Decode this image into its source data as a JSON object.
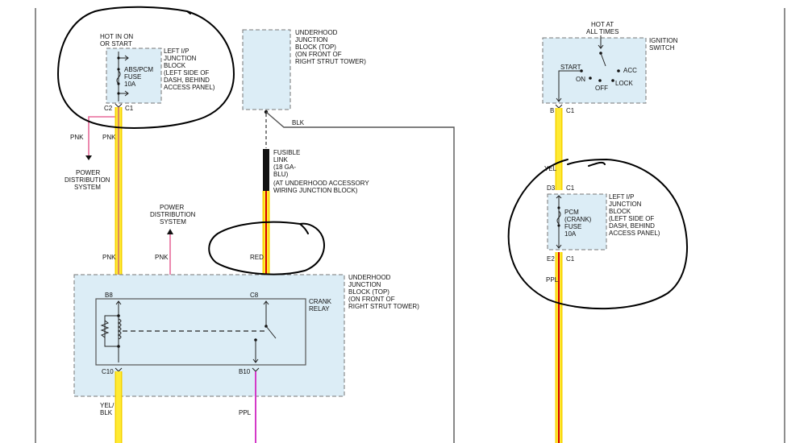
{
  "diagram": {
    "left_fuse": {
      "hot_label": [
        "HOT IN ON",
        "OR START"
      ],
      "box_label": [
        "LEFT I/P",
        "JUNCTION",
        "BLOCK",
        "(LEFT SIDE OF",
        "DASH, BEHIND",
        "ACCESS PANEL)"
      ],
      "fuse_label": [
        "ABS/PCM",
        "FUSE",
        "10A"
      ],
      "pin_left": "C2",
      "pin_right": "C1"
    },
    "pwr_dist_top": {
      "wire_left": "PNK",
      "wire_right": "PNK",
      "label": [
        "POWER",
        "DISTRIBUTION",
        "SYSTEM"
      ]
    },
    "underhood_top": {
      "label": [
        "UNDERHOOD",
        "JUNCTION",
        "BLOCK (TOP)",
        "(ON FRONT OF",
        "RIGHT STRUT TOWER)"
      ],
      "wire": "BLK"
    },
    "fusible_link": {
      "label": [
        "FUSIBLE",
        "LINK",
        "(18 GA-",
        "BLU)",
        "(AT UNDERHOOD ACCESSORY",
        "WIRING JUNCTION BLOCK)"
      ],
      "wire": "RED"
    },
    "pwr_dist_mid": {
      "label": [
        "POWER",
        "DISTRIBUTION",
        "SYSTEM"
      ],
      "wire_left": "PNK",
      "wire_right": "PNK"
    },
    "crank_relay": {
      "block_label": [
        "UNDERHOOD",
        "JUNCTION",
        "BLOCK (TOP)",
        "(ON FRONT OF",
        "RIGHT STRUT TOWER)"
      ],
      "relay_label": [
        "CRANK",
        "RELAY"
      ],
      "pin_b8": "B8",
      "pin_c8": "C8",
      "pin_c10": "C10",
      "pin_b10": "B10",
      "wire_out_left": [
        "YEL/",
        "BLK"
      ],
      "wire_out_right": "PPL"
    },
    "ignition": {
      "hot_label": [
        "HOT AT",
        "ALL TIMES"
      ],
      "switch_label": [
        "IGNITION",
        "SWITCH"
      ],
      "positions": {
        "start": "START",
        "on": "ON",
        "off": "OFF",
        "acc": "ACC",
        "lock": "LOCK"
      },
      "pin_left": "B",
      "pin_right": "C1",
      "wire": "YEL"
    },
    "pcm_fuse": {
      "pin_top_left": "D3",
      "pin_top_right": "C1",
      "box_label": [
        "LEFT I/P",
        "JUNCTION",
        "BLOCK",
        "(LEFT SIDE OF",
        "DASH, BEHIND",
        "ACCESS PANEL)"
      ],
      "fuse_label": [
        "PCM",
        "(CRANK)",
        "FUSE",
        "10A"
      ],
      "pin_bot_left": "E2",
      "pin_bot_right": "C1",
      "wire": "PPL"
    }
  }
}
